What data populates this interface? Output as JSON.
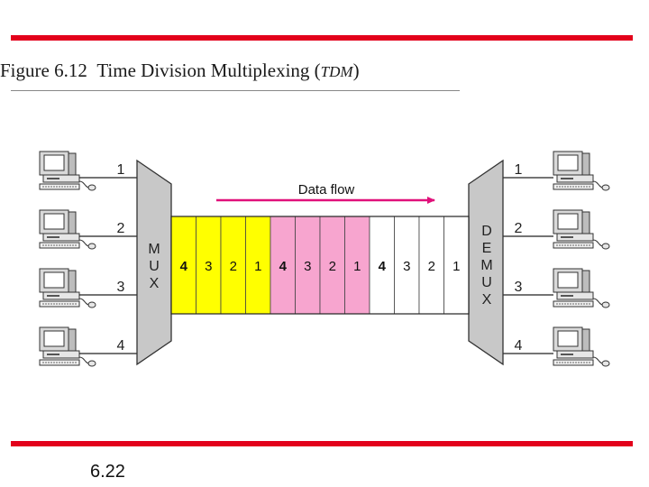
{
  "title": {
    "figure": "Figure 6.12",
    "main": "Time Division Multiplexing (",
    "acronym": "TDM",
    "close": ")"
  },
  "page_number": "6.22",
  "diagram": {
    "flow_label": "Data flow",
    "mux_letters": [
      "M",
      "U",
      "X"
    ],
    "demux_letters": [
      "D",
      "E",
      "M",
      "U",
      "X"
    ],
    "source_labels": [
      "1",
      "2",
      "3",
      "4"
    ],
    "dest_labels": [
      "1",
      "2",
      "3",
      "4"
    ],
    "frames": [
      {
        "color": "#ffff00",
        "slots": [
          "4",
          "3",
          "2",
          "1"
        ]
      },
      {
        "color": "#f7a5cf",
        "slots": [
          "4",
          "3",
          "2",
          "1"
        ]
      },
      {
        "color": "#ffffff",
        "slots": [
          "4",
          "3",
          "2",
          "1"
        ]
      }
    ],
    "colors": {
      "rule": "#e3001b",
      "arrow": "#e0107a",
      "mux_fill": "#c8c8c8",
      "frame_border": "#444444"
    }
  }
}
